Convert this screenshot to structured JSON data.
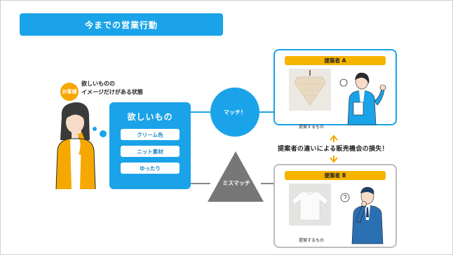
{
  "header": {
    "title": "今までの営業行動"
  },
  "customer": {
    "badge": "お客様",
    "line1": "欲しいものの",
    "line2": "イメージだけがある状態"
  },
  "wants": {
    "title": "欲しいもの",
    "items": [
      "クリーム色",
      "ニット素材",
      "ゆったり"
    ]
  },
  "match_label": "マッチ！",
  "mismatch_label": "ミスマッチ",
  "panel_a": {
    "label": "提案者 A",
    "caption": "提案するもの"
  },
  "panel_b": {
    "label": "提案者 B",
    "caption": "提案するもの"
  },
  "loss_text": "提案者の違いによる販売機会の損失！",
  "colors": {
    "accent_blue": "#1aa3e8",
    "accent_orange": "#f6a800",
    "mismatch_gray": "#777777"
  }
}
